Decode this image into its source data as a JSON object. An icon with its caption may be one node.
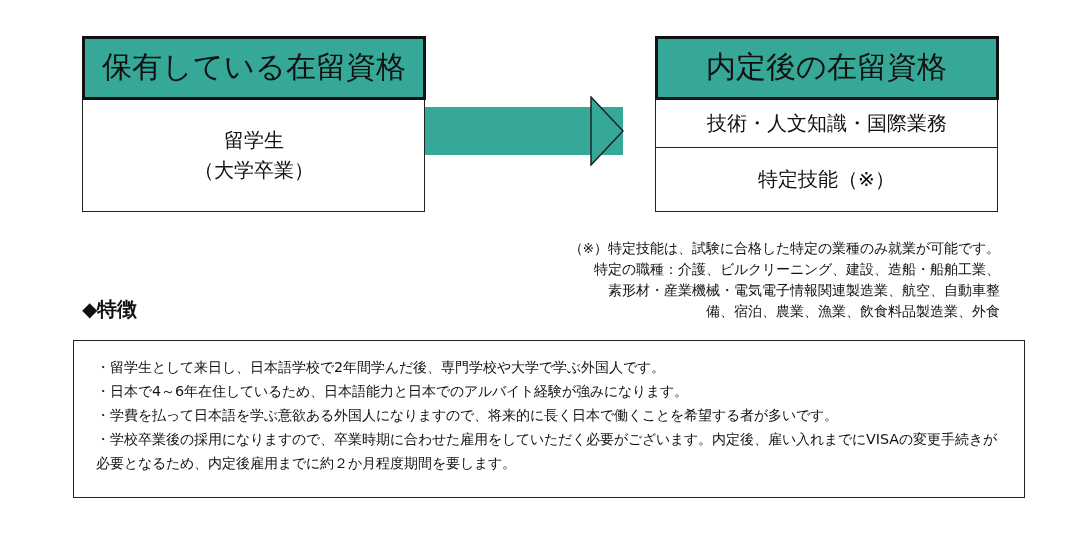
{
  "diagram": {
    "nodes": [
      {
        "text": [
          "保有している在留資格",
          "留学生（大学卒業）"
        ]
      },
      {
        "text": [
          "内定後の在留資格"
        ]
      },
      {
        "text": [
          "技術・人文知識・国際業務"
        ],
        "in": 1
      },
      {
        "text": [
          "特定技能（※）"
        ],
        "in": 1
      },
      {
        "text": [
          "◆特徴",
          "・留学生として来日し、日本語学校で2年間学んだ後、専門学校や大学で学ぶ外国人です。",
          "・日本で4～6年在住しているため、日本語能力と日本でのアルバイト経験が強みになります。",
          "・学費を払って日本語を学ぶ意欲ある外国人になりますので、将来的に長く日本で働くことを希望する者が多いです。",
          "・学校卒業後の採用になりますので、卒業時期に合わせた雇用をしていただく必要がございます。内定後、雇い入れまでにVISAの変更手続きが必要となるため、内定後雇用までに約２か月程度期間を要します。"
        ]
      }
    ],
    "edges": [
      {
        "from": 0,
        "to": 1,
        "arrow": "to"
      }
    ],
    "labels": [
      "（※）特定技能は、試験に合格した特定の業種のみ就業が可能です。",
      "特定の職種：介護、ビルクリーニング、建設、造船・船舶工業、素形材・産業機械・電気電子情報関連製造業、航空、自動車整備、宿泊、農業、漁業、飲食料品製造業、外食"
    ]
  }
}
